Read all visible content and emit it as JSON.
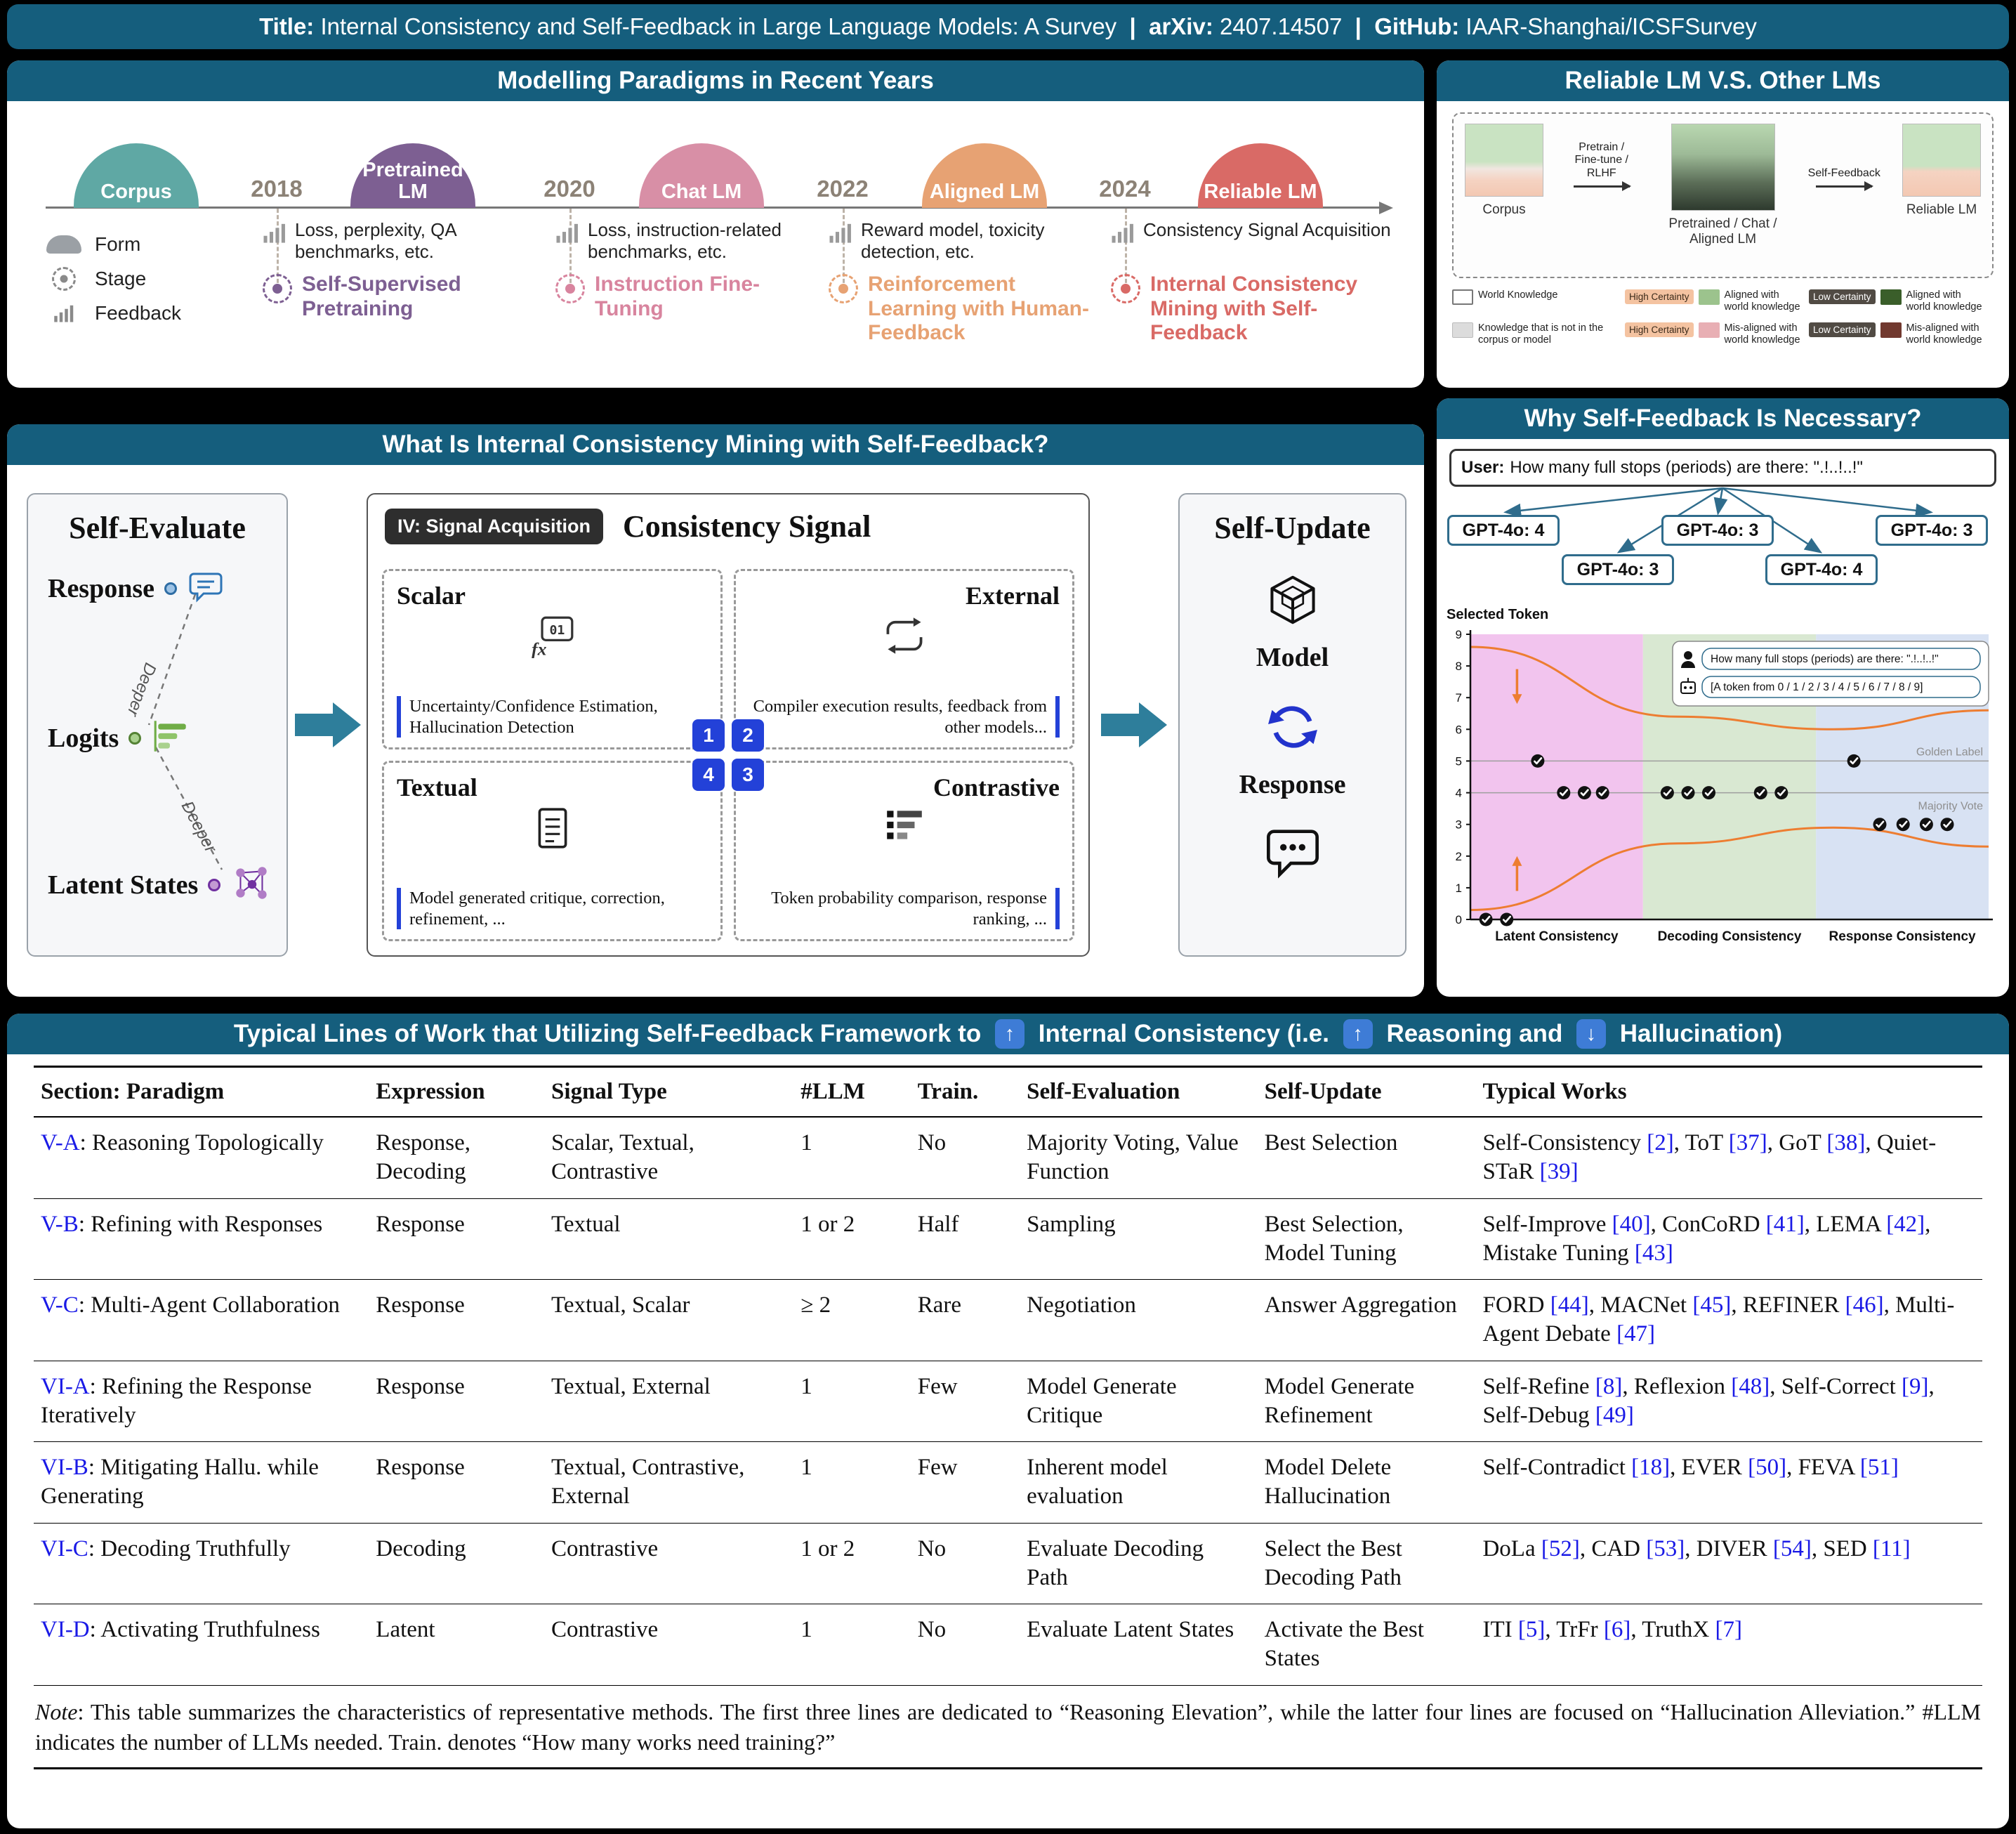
{
  "colors": {
    "header_teal": "#155E7D",
    "chip_blue": "#2341D8",
    "arrow_teal": "#2E7E9B",
    "cite_blue": "#1A1AE6",
    "orange": "#ED7D31",
    "year_text": "#8C8276"
  },
  "banner": {
    "parts": [
      {
        "text": "Title: ",
        "bold": true
      },
      {
        "text": "Internal Consistency and Self-Feedback in Large Language Models: A Survey"
      },
      {
        "text": "  |  ",
        "bold": true
      },
      {
        "text": "arXiv: ",
        "bold": true
      },
      {
        "text": "2407.14507"
      },
      {
        "text": "  |  ",
        "bold": true
      },
      {
        "text": "GitHub: ",
        "bold": true
      },
      {
        "text": "IAAR-Shanghai/ICSFSurvey"
      }
    ]
  },
  "paradigms": {
    "header": "Modelling Paradigms in Recent Years",
    "legend": [
      {
        "icon": "form-icon",
        "label": "Form"
      },
      {
        "icon": "stage-icon",
        "label": "Stage"
      },
      {
        "icon": "feedback-icon",
        "label": "Feedback"
      }
    ],
    "timeline": [
      {
        "type": "arc",
        "name": "Corpus",
        "color": "#5FA8A4"
      },
      {
        "type": "year",
        "label": "2018"
      },
      {
        "type": "arc",
        "name": "Pretrained LM",
        "color": "#7D5F92"
      },
      {
        "type": "year",
        "label": "2020"
      },
      {
        "type": "arc",
        "name": "Chat LM",
        "color": "#D88FA6"
      },
      {
        "type": "year",
        "label": "2022"
      },
      {
        "type": "arc",
        "name": "Aligned LM",
        "color": "#E7A273"
      },
      {
        "type": "year",
        "label": "2024"
      },
      {
        "type": "arc",
        "name": "Reliable LM",
        "color": "#D96A66"
      }
    ],
    "stages": [
      {
        "feedback": "Loss, perplexity, QA benchmarks, etc.",
        "stage": "Self-Supervised Pretraining",
        "color": "#7D5F92"
      },
      {
        "feedback": "Loss, instruction-related benchmarks, etc.",
        "stage": "Instruction Fine-Tuning",
        "color": "#D8849E"
      },
      {
        "feedback": "Reward model, toxicity detection, etc.",
        "stage": "Reinforcement Learning with Human-Feedback",
        "color": "#E7A273"
      },
      {
        "feedback": "Consistency Signal Acquisition",
        "stage": "Internal Consistency Mining with Self-Feedback",
        "color": "#D96A66"
      }
    ]
  },
  "reliable": {
    "header": "Reliable LM V.S. Other LMs",
    "items": [
      {
        "label": "Corpus",
        "swatch": "corpus"
      },
      {
        "label": "Pretrained / Chat / Aligned LM",
        "swatch": "mixed"
      },
      {
        "label": "Reliable LM",
        "swatch": "reliable"
      }
    ],
    "arrows": [
      "Pretrain / Fine-tune / RLHF",
      "Self-Feedback"
    ],
    "legend": [
      {
        "label": "World Knowledge",
        "swatch": "world"
      },
      {
        "label": "Knowledge that is not in the corpus or model",
        "swatch": "unknown"
      },
      {
        "tag": "High Certainty",
        "tag_style": "high",
        "swatch": "aligned-high",
        "label": "Aligned with world knowledge"
      },
      {
        "tag": "High Certainty",
        "tag_style": "high",
        "swatch": "misaligned-high",
        "label": "Mis-aligned with world knowledge"
      },
      {
        "tag": "Low Certainty",
        "tag_style": "low",
        "swatch": "aligned-low",
        "label": "Aligned with world knowledge"
      },
      {
        "tag": "Low Certainty",
        "tag_style": "low",
        "swatch": "misaligned-low",
        "label": "Mis-aligned with world knowledge"
      }
    ]
  },
  "icsf": {
    "header": "What Is Internal Consistency Mining with Self-Feedback?",
    "self_evaluate": {
      "title": "Self-Evaluate",
      "items": [
        {
          "label": "Response",
          "icon": "chat-bubble-icon"
        },
        {
          "label": "Logits",
          "icon": "logits-bars-icon"
        },
        {
          "label": "Latent States",
          "icon": "neural-network-icon"
        }
      ],
      "deeper": "Deeper"
    },
    "signal": {
      "badge": "IV: Signal Acquisition",
      "title": "Consistency Signal",
      "quadrants": [
        {
          "name": "Scalar",
          "desc": "Uncertainty/Confidence Estimation, Hallucination Detection",
          "num": "1",
          "side": "left",
          "icon": "function-icon"
        },
        {
          "name": "External",
          "desc": "Compiler execution results, feedback from other models...",
          "num": "2",
          "side": "right",
          "icon": "loop-icon"
        },
        {
          "name": "Textual",
          "desc": "Model generated critique, correction, refinement, ...",
          "num": "4",
          "side": "left",
          "icon": "document-icon"
        },
        {
          "name": "Contrastive",
          "desc": "Token probability comparison, response ranking, ...",
          "num": "3",
          "side": "right",
          "icon": "ranking-icon"
        }
      ],
      "chip_order": [
        "1",
        "2",
        "4",
        "3"
      ]
    },
    "self_update": {
      "title": "Self-Update",
      "model_label": "Model",
      "response_label": "Response"
    }
  },
  "why": {
    "header": "Why Self-Feedback Is Necessary?",
    "user_label": "User:",
    "user_query": "How many full stops (periods) are there: \".!..!..!\"",
    "answers": [
      "GPT-4o: 4",
      "GPT-4o: 3",
      "GPT-4o: 3",
      "GPT-4o: 3",
      "GPT-4o: 4"
    ]
  },
  "chart_data": {
    "type": "scatter",
    "ylabel": "Selected Token",
    "ylim": [
      0,
      9
    ],
    "yticks": [
      0,
      1,
      2,
      3,
      4,
      5,
      6,
      7,
      8,
      9
    ],
    "regions": [
      {
        "label": "Latent Consistency",
        "color": "#F2C4EE",
        "x_pct": [
          0,
          33.3
        ]
      },
      {
        "label": "Decoding Consistency",
        "color": "#D9E8D2",
        "x_pct": [
          33.3,
          66.7
        ]
      },
      {
        "label": "Response Consistency",
        "color": "#D8E2F3",
        "x_pct": [
          66.7,
          100
        ]
      }
    ],
    "reference_lines": [
      {
        "label": "Golden Label",
        "y": 5
      },
      {
        "label": "Majority Vote",
        "y": 4
      }
    ],
    "points": [
      {
        "x_pct": 3,
        "y": 0
      },
      {
        "x_pct": 7,
        "y": 0
      },
      {
        "x_pct": 13,
        "y": 5
      },
      {
        "x_pct": 18,
        "y": 4
      },
      {
        "x_pct": 22,
        "y": 4
      },
      {
        "x_pct": 25.5,
        "y": 4
      },
      {
        "x_pct": 38,
        "y": 4
      },
      {
        "x_pct": 42,
        "y": 4
      },
      {
        "x_pct": 46,
        "y": 4
      },
      {
        "x_pct": 56,
        "y": 4
      },
      {
        "x_pct": 60,
        "y": 4
      },
      {
        "x_pct": 74,
        "y": 5
      },
      {
        "x_pct": 79,
        "y": 3
      },
      {
        "x_pct": 83.5,
        "y": 3
      },
      {
        "x_pct": 88,
        "y": 3
      },
      {
        "x_pct": 92,
        "y": 3
      }
    ],
    "trend_curves": {
      "upper": [
        [
          0,
          8.6
        ],
        [
          40,
          6.4
        ],
        [
          70,
          6.0
        ],
        [
          100,
          6.6
        ]
      ],
      "lower": [
        [
          0,
          0.3
        ],
        [
          40,
          2.4
        ],
        [
          70,
          2.9
        ],
        [
          100,
          2.3
        ]
      ]
    },
    "trend_arrows": [
      {
        "x_pct": 9,
        "from": 7.9,
        "to": 6.8
      },
      {
        "x_pct": 9,
        "from": 0.9,
        "to": 2.0
      }
    ],
    "legend": [
      {
        "icon": "user-icon",
        "text": "How many full stops (periods) are there: \".!..!..!\""
      },
      {
        "icon": "robot-icon",
        "text": "[A token from 0 / 1 / 2 / 3 / 4 / 5 / 6 / 7 / 8 / 9]"
      }
    ]
  },
  "table": {
    "header_parts": [
      {
        "text": "Typical Lines of Work that Utilizing Self-Feedback Framework to "
      },
      {
        "icon": "up"
      },
      {
        "text": " Internal Consistency (i.e. "
      },
      {
        "icon": "up"
      },
      {
        "text": " Reasoning and "
      },
      {
        "icon": "down"
      },
      {
        "text": " Hallucination)"
      }
    ],
    "columns": [
      "Section: Paradigm",
      "Expression",
      "Signal Type",
      "#LLM",
      "Train.",
      "Self-Evaluation",
      "Self-Update",
      "Typical Works"
    ],
    "rows": [
      {
        "id": "V-A",
        "title": "Reasoning Topologically",
        "expression": "Response, Decoding",
        "signal": "Scalar, Textual, Contrastive",
        "llm": "1",
        "train": "No",
        "self_eval": "Majority Voting, Value Function",
        "self_update": "Best Selection",
        "works": "Self-Consistency [2], ToT [37], GoT [38], Quiet-STaR [39]"
      },
      {
        "id": "V-B",
        "title": "Refining with Responses",
        "expression": "Response",
        "signal": "Textual",
        "llm": "1 or 2",
        "train": "Half",
        "self_eval": "Sampling",
        "self_update": "Best Selection, Model Tuning",
        "works": "Self-Improve [40], ConCoRD [41], LEMA [42], Mistake Tuning [43]"
      },
      {
        "id": "V-C",
        "title": "Multi-Agent Collaboration",
        "expression": "Response",
        "signal": "Textual, Scalar",
        "llm": "≥ 2",
        "train": "Rare",
        "self_eval": "Negotiation",
        "self_update": "Answer Aggregation",
        "works": "FORD [44], MACNet [45], REFINER [46], Multi-Agent Debate [47]",
        "divider": "double"
      },
      {
        "id": "VI-A",
        "title": "Refining the Response Iteratively",
        "expression": "Response",
        "signal": "Textual, External",
        "llm": "1",
        "train": "Few",
        "self_eval": "Model Generate Critique",
        "self_update": "Model Generate Refinement",
        "works": "Self-Refine [8], Reflexion [48], Self-Correct [9], Self-Debug [49]"
      },
      {
        "id": "VI-B",
        "title": "Mitigating Hallu. while Generating",
        "expression": "Response",
        "signal": "Textual, Contrastive, External",
        "llm": "1",
        "train": "Few",
        "self_eval": "Inherent model evaluation",
        "self_update": "Model Delete Hallucination",
        "works": "Self-Contradict [18], EVER [50], FEVA [51]"
      },
      {
        "id": "VI-C",
        "title": "Decoding Truthfully",
        "expression": "Decoding",
        "signal": "Contrastive",
        "llm": "1 or 2",
        "train": "No",
        "self_eval": "Evaluate Decoding Path",
        "self_update": "Select the Best Decoding Path",
        "works": "DoLa [52], CAD [53], DIVER [54], SED [11]"
      },
      {
        "id": "VI-D",
        "title": "Activating Truthfulness",
        "expression": "Latent",
        "signal": "Contrastive",
        "llm": "1",
        "train": "No",
        "self_eval": "Evaluate Latent States",
        "self_update": "Activate the Best States",
        "works": "ITI [5], TrFr [6], TruthX [7]"
      }
    ],
    "note": {
      "prefix": "Note",
      "text": ": This table summarizes the characteristics of representative methods. The first three lines are dedicated to “Reasoning Elevation”, while the latter four lines are focused on “Hallucination Alleviation.” #LLM indicates the number of LLMs needed. Train. denotes “How many works need training?”"
    }
  }
}
